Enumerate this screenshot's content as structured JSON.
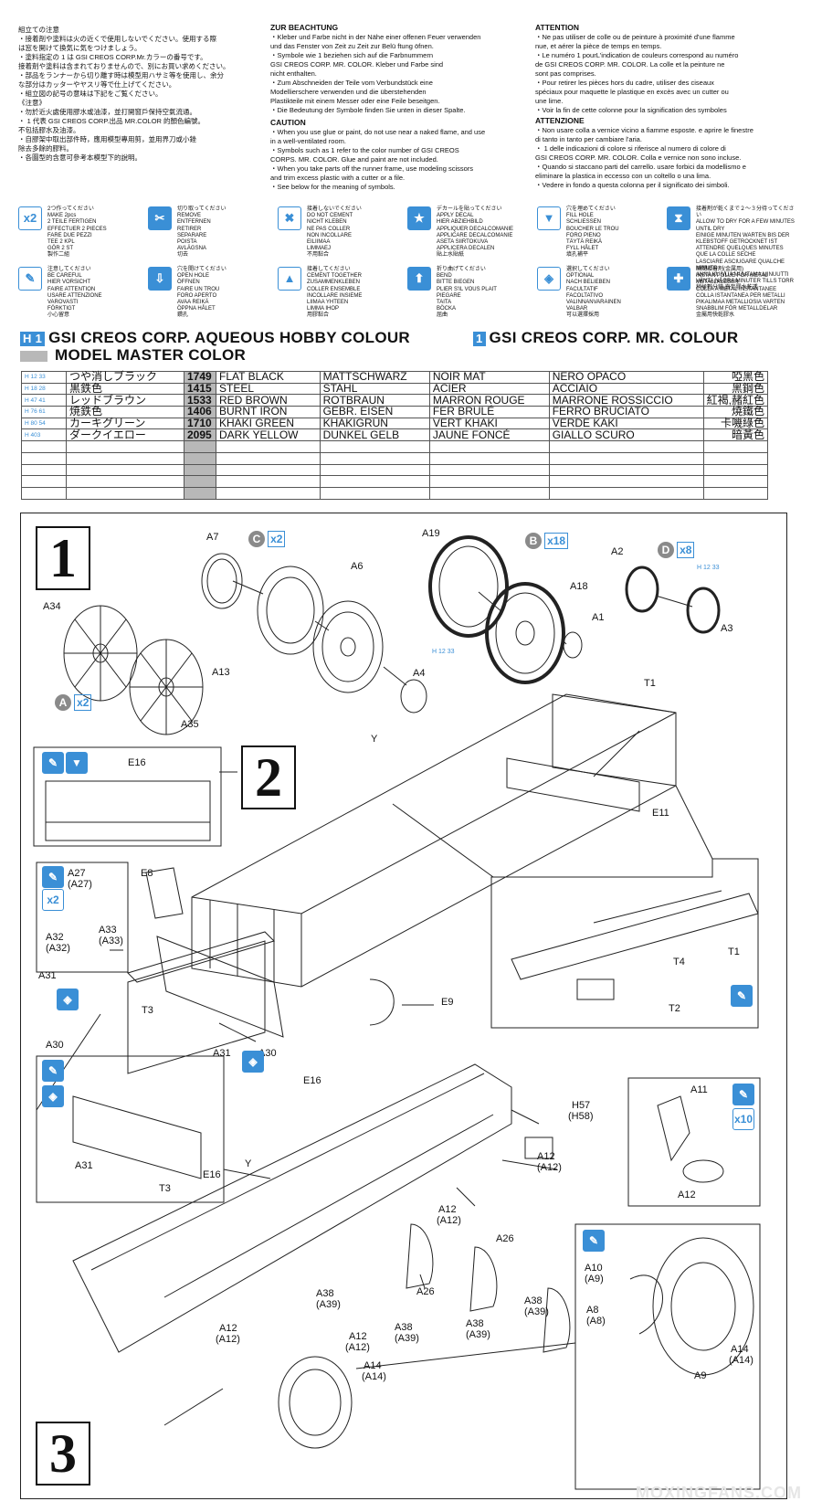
{
  "notes_jp": {
    "lines": [
      "組立ての注意",
      "・接着剤や塗料は火の近くで使用しないでください。使用する際",
      "  は窓を開けて換気に気をつけましょう。",
      "・塗料指定の 1 は GSI CREOS CORP.Mr.カラーの番号です。",
      "  接着剤や塗料は含まれておりませんので、別にお買い求めください。",
      "・部品をランナーから切り離す時は模型用ハサミ等を使用し、余分",
      "  な部分はカッターやヤスリ等で仕上げてください。",
      "・組立図の記号の意味は下記をご覧ください。",
      "《注意》",
      "・勿於近火處使用膠水或油漆，並打開窗戶保持空氣流通。",
      "・ 1 代表 GSI CREOS CORP.出品 MR.COLOR 的顏色編號。",
      "  不包括膠水及油漆。",
      "・自膠架中取出部件時，應用模型專用剪，並用界刀或小銼",
      "  除去多餘的膠料。",
      "・各圖型的含意可參考本模型下的說明。"
    ]
  },
  "notes_de": {
    "heading": "ZUR BEACHTUNG",
    "lines": [
      "・Kleber und Farbe nicht in der Nähe einer offenen Feuer verwenden",
      "  und das Fenster von Zeit zu Zeit zur Belü ftung öfnen.",
      "・Symbole wie 1 beziehen sich auf die Farbnummern",
      "  GSI CREOS CORP. MR. COLOR. Kleber und Farbe sind",
      "  nicht enthalten.",
      "・Zum Abschneiden der Teile vom Verbundstück eine",
      "  Modellierschere verwenden und die überstehenden",
      "  Plastikteile mit einem Messer oder eine Feile beseitgen.",
      "・Die Bedeutung der Symbole finden Sie unten in dieser Spalte."
    ]
  },
  "notes_en": {
    "heading": "CAUTION",
    "lines": [
      "・When you use glue or paint, do not use near a naked flame, and use",
      "  in a well-ventilated room.",
      "・Symbols such as 1 refer to the color number of GSI CREOS",
      "  CORPS. MR. COLOR. Glue and paint are not included.",
      "・When you take parts off the runner frame, use modeling scissors",
      "  and trim excess plastic with a cutter or a file.",
      "・See below for the meaning of symbols."
    ]
  },
  "notes_fr": {
    "heading": "ATTENTION",
    "lines": [
      "・Ne pas utiliser de colle ou de peinture à proximité d'une flamme",
      "  nue, et aérer la pièce de temps en temps.",
      "・Le numéro 1 pourL'indication de couleurs correspond au numéro",
      "  de GSI CREOS CORP. MR. COLOR. La colle et la peinture ne",
      "  sont pas comprises.",
      "・Pour retirer les pièces hors du cadre, utiliser des ciseaux",
      "  spéciaux pour maquette le plastique en excès avec un cutter ou",
      "  une lime.",
      "・Voir la fin de cette colonne pour la signification des symboles"
    ]
  },
  "notes_it": {
    "heading": "ATTENZIONE",
    "lines": [
      "・Non usare colla a vernice vicino a fiamme esposte. e aprire le finestre",
      "  di tanto in tanto per cambiare l'aria.",
      "・ 1 delle indicazioni di colore si riferisce al numero di colore di",
      "  GSI CREOS CORP. MR. COLOR. Colla e vernice non sono incluse.",
      "・Quando si staccano parti del carrello. usare forbici da modellismo e",
      "  eliminare la plastica in eccesso con un coltello o una lima.",
      "・Vedere in fondo a questa colonna per il significato dei simboli."
    ]
  },
  "symbols_row1": [
    {
      "icon": "x2",
      "name": "make-2-icon",
      "text": "2つ作ってください\nMAKE 2pcs\n2 TEILE FERTIGEN\nEFFECTUER 2 PIECES\nFARE DUE PEZZI\nTEE 2 KPL\nGÖR 2 ST\n製作二組"
    },
    {
      "icon": "✂",
      "name": "remove-icon",
      "text": "切り取ってください\nREMOVE\nENTFERNEN\nRETIRER\nSEPARARE\nPOISTA\nAVLÄGSNA\n切去"
    },
    {
      "icon": "✖",
      "name": "no-cement-icon",
      "text": "接着しないでください\nDO NOT CEMENT\nNICHT KLEBEN\nNE PAS COLLER\nNON INCOLLARE\nEILIIMAA\nLIMMAEJ\n不用黏合"
    },
    {
      "icon": "★",
      "name": "decal-icon",
      "text": "デカールを貼ってください\nAPPLY DECAL\nHIER ABZIEHBILD\nAPPLIQUER DECALCOMANIE\nAPPLICARE DECALCOMANIE\nASETA SIIRTOKUVA\nAPPLICERA DECALEN\n貼上水貼紙"
    },
    {
      "icon": "▼",
      "name": "fill-hole-icon",
      "text": "穴を埋めてください\nFILL HOLE\nSCHLIESSEN\nBOUCHER LE TROU\nFORO PIENO\nTÄYTÄ REIKÄ\nFYLL HÅLET\n填孔補平"
    },
    {
      "icon": "⧗",
      "name": "wait-icon",
      "text": "接着剤が乾くまで２～３分待ってください\nALLOW TO DRY FOR A FEW MINUTES UNTIL DRY\nEINIGE MINUTEN WARTEN BIS DER KLEBSTOFF GETROCKNET IST\nATTENDRE QUELQUES MINUTES QUE LA COLLE SECHE\nLASCIARE ASCIUGARE QUALCHE MINUTO\nANNA KUIVUA MUUTAMA MINUUTTI\nVÄNTA NÅGRA MINUTER TILLS TORR\n稍候數分鐘 直至膠水乾透"
    }
  ],
  "symbols_row2": [
    {
      "icon": "✎",
      "name": "be-careful-icon",
      "text": "注意してください\nBE CAREFUL\nHIER VORSICHT\nFAIRE ATTENTION\nUSARE ATTENZIONE\nVAROVASTI\nFÖRKTIGT\n小心留意"
    },
    {
      "icon": "⇩",
      "name": "open-hole-icon",
      "text": "穴を開けてください\nOPEN HOLE\nÖFFNEN\nFAIRE UN TROU\nFORO APERTO\nAVAA REIKÄ\nÖPPNA HÅLET\n鑽孔"
    },
    {
      "icon": "▲",
      "name": "cement-together-icon",
      "text": "接着してください\nCEMENT TOGETHER\nZUSAMMENKLEBEN\nCOLLER ENSEMBLE\nINCOLLARE INSIEME\nLIIMAA YHTEEN\nLIMMA IHOP\n用膠黏合"
    },
    {
      "icon": "⬆",
      "name": "bend-icon",
      "text": "折り曲げてください\nBEND\nBITTE BIEGEN\nPLIER S'IL VOUS PLAIT\nPIEGARE\nTAITA\nBÖCKA\n屈曲"
    },
    {
      "icon": "◈",
      "name": "optional-icon",
      "text": "選択してください\nOPTIONAL\nNACH BELIEBEN\nFACULTATIF\nFACOLTATIVO\nVALINNANVARAINEN\nVALBAR\n可以選擇採用"
    },
    {
      "icon": "✚",
      "name": "instant-glue-icon",
      "text": "瞬間接着剤(金属用)\nINSTANT GLUE FOR METAL\nMETALLKLEBER\nCOLLA A METAL INSTANTANEE\nCOLLA ISTANTANEA PER METALLI\nPIKALIMAA METALLIOSIA VARTEN\nSNABBLIM FÖR METALLDELAR\n金屬用快乾膠水"
    }
  ],
  "color_heading": {
    "h_tag": "H 1",
    "aqueous": "GSI CREOS CORP. AQUEOUS HOBBY COLOUR",
    "mr_tag": "1",
    "mr": "GSI CREOS CORP. MR. COLOUR",
    "model_master": "MODEL MASTER COLOR"
  },
  "color_table": {
    "rows": [
      {
        "code": "H 12 33",
        "jp": "つや消しブラック",
        "num": "1749",
        "en": "FLAT BLACK",
        "de": "MATTSCHWARZ",
        "fr": "NOIR MAT",
        "it": "NERO OPACO",
        "cn": "啞黑色"
      },
      {
        "code": "H 18 28",
        "jp": "黒鉄色",
        "num": "1415",
        "en": "STEEL",
        "de": "STAHL",
        "fr": "ACIER",
        "it": "ACCIAIO",
        "cn": "黑鋼色"
      },
      {
        "code": "H 47 41",
        "jp": "レッドブラウン",
        "num": "1533",
        "en": "RED BROWN",
        "de": "ROTBRAUN",
        "fr": "MARRON ROUGE",
        "it": "MARRONE ROSSICCIO",
        "cn": "紅褐,赭紅色"
      },
      {
        "code": "H 76 61",
        "jp": "焼鉄色",
        "num": "1406",
        "en": "BURNT IRON",
        "de": "GEBR. EISEN",
        "fr": "FER BRULÉ",
        "it": "FERRO BRUCIATO",
        "cn": "燒鐵色"
      },
      {
        "code": "H 80 54",
        "jp": "カーキグリーン",
        "num": "1710",
        "en": "KHAKI GREEN",
        "de": "KHAKIGRÜN",
        "fr": "VERT KHAKI",
        "it": "VERDE KAKI",
        "cn": "卡嘰綠色"
      },
      {
        "code": "H 403",
        "jp": "ダークイエロー",
        "num": "2095",
        "en": "DARK YELLOW",
        "de": "DUNKEL GELB",
        "fr": "JAUNE FONCÉ",
        "it": "GIALLO SCURO",
        "cn": "暗黃色"
      }
    ],
    "empty_rows": 5
  },
  "steps": [
    {
      "number": "1"
    },
    {
      "number": "2"
    },
    {
      "number": "3"
    }
  ],
  "step1": {
    "sprue_c": "C",
    "c_count": "x2",
    "sprue_b": "B",
    "b_count": "x18",
    "sprue_d": "D",
    "d_count": "x8",
    "sprue_a": "A",
    "a_count": "x2",
    "color_a": "H 12 33",
    "color_b": "H 12 33",
    "labels": [
      "A7",
      "A6",
      "A13",
      "A4",
      "A34",
      "A35",
      "A19",
      "A18",
      "A1",
      "A2",
      "A3"
    ]
  },
  "step2": {
    "labels": [
      "E16",
      "T1",
      "Y",
      "E11",
      "E8",
      "A27",
      "(A27)",
      "A32",
      "(A32)",
      "A33",
      "(A33)",
      "A31",
      "A30",
      "T3",
      "E9",
      "A31",
      "A30",
      "E16",
      "T4",
      "T2",
      "T1"
    ],
    "count_x2": "x2"
  },
  "step3": {
    "labels": [
      "A31",
      "E16",
      "T3",
      "Y",
      "H57",
      "(H58)",
      "A11",
      "A12",
      "A12",
      "(A12)",
      "A12",
      "(A12)",
      "A26",
      "A26",
      "A38",
      "(A39)",
      "A38",
      "(A39)",
      "A38",
      "(A39)",
      "A12",
      "(A12)",
      "A12",
      "(A12)",
      "A38",
      "(A39)",
      "A14",
      "(A14)",
      "A10",
      "(A9)",
      "A8",
      "(A8)",
      "A9",
      "A14",
      "(A14)"
    ],
    "count_x10": "x10"
  },
  "watermark": "MOXINGFANS.COM",
  "colors": {
    "accent": "#3a8fd6",
    "grey": "#b8b8b8",
    "line": "#222222"
  }
}
